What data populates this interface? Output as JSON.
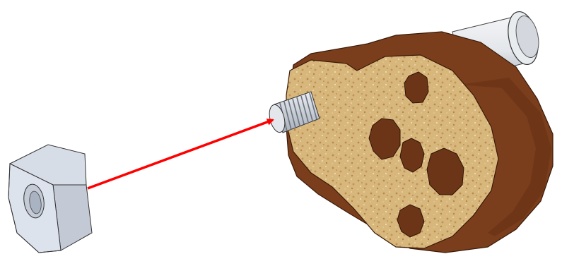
{
  "diagram": {
    "colors": {
      "background": "#ffffff",
      "arrow": "#ff0000",
      "nut_light": "#dfe5ef",
      "nut_mid": "#c8d0dc",
      "nut_dark": "#aab4c3",
      "bolt_light": "#e8eaee",
      "bolt_dark": "#9aa2ad",
      "wood_face": "#d9b980",
      "wood_side": "#7a3e1d",
      "wood_edge": "#5a2b13",
      "hole": "#6d3518"
    },
    "parts": [
      {
        "name": "hex-nut",
        "icon": "hex-nut-icon"
      },
      {
        "name": "threaded-axle",
        "icon": "threaded-bolt-icon"
      },
      {
        "name": "wooden-cam-plate",
        "icon": "wood-plate-icon"
      },
      {
        "name": "axle-shaft",
        "icon": "cylinder-shaft-icon"
      }
    ],
    "arrow": {
      "from_part": "hex-nut",
      "to_part": "threaded-axle",
      "icon": "red-arrow-icon"
    }
  }
}
